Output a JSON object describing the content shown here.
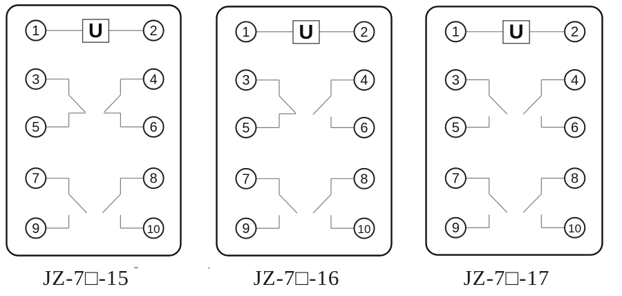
{
  "page": {
    "background": "#ffffff",
    "description": "Three relay internal wiring diagrams, JZ-7 series"
  },
  "colors": {
    "outline": "#1f1f1f",
    "wire": "#7b7b7b",
    "text": "#141414",
    "box_border": "#141414",
    "coil_border": "#4a4a4a"
  },
  "diagrams": [
    {
      "label": "JZ-7□-15",
      "coil": {
        "label": "U",
        "left_pin": "1",
        "right_pin": "2"
      },
      "contacts": [
        {
          "top_pin": "3",
          "bottom_pin": "5",
          "side": "left",
          "state": "closed",
          "kind": "normally-closed"
        },
        {
          "top_pin": "4",
          "bottom_pin": "6",
          "side": "right",
          "state": "closed",
          "kind": "normally-closed"
        },
        {
          "top_pin": "7",
          "bottom_pin": "9",
          "side": "left",
          "state": "open",
          "kind": "normally-open"
        },
        {
          "top_pin": "8",
          "bottom_pin": "10",
          "side": "right",
          "state": "open",
          "kind": "normally-open"
        }
      ]
    },
    {
      "label": "JZ-7□-16",
      "coil": {
        "label": "U",
        "left_pin": "1",
        "right_pin": "2"
      },
      "contacts": [
        {
          "top_pin": "3",
          "bottom_pin": "5",
          "side": "left",
          "state": "closed",
          "kind": "normally-closed"
        },
        {
          "top_pin": "4",
          "bottom_pin": "6",
          "side": "right",
          "state": "open",
          "kind": "normally-open"
        },
        {
          "top_pin": "7",
          "bottom_pin": "9",
          "side": "left",
          "state": "open",
          "kind": "normally-open"
        },
        {
          "top_pin": "8",
          "bottom_pin": "10",
          "side": "right",
          "state": "open",
          "kind": "normally-open"
        }
      ]
    },
    {
      "label": "JZ-7□-17",
      "coil": {
        "label": "U",
        "left_pin": "1",
        "right_pin": "2"
      },
      "contacts": [
        {
          "top_pin": "3",
          "bottom_pin": "5",
          "side": "left",
          "state": "open",
          "kind": "normally-open"
        },
        {
          "top_pin": "4",
          "bottom_pin": "6",
          "side": "right",
          "state": "open",
          "kind": "normally-open"
        },
        {
          "top_pin": "7",
          "bottom_pin": "9",
          "side": "left",
          "state": "open",
          "kind": "normally-open"
        },
        {
          "top_pin": "8",
          "bottom_pin": "10",
          "side": "right",
          "state": "open",
          "kind": "normally-open"
        }
      ]
    }
  ]
}
